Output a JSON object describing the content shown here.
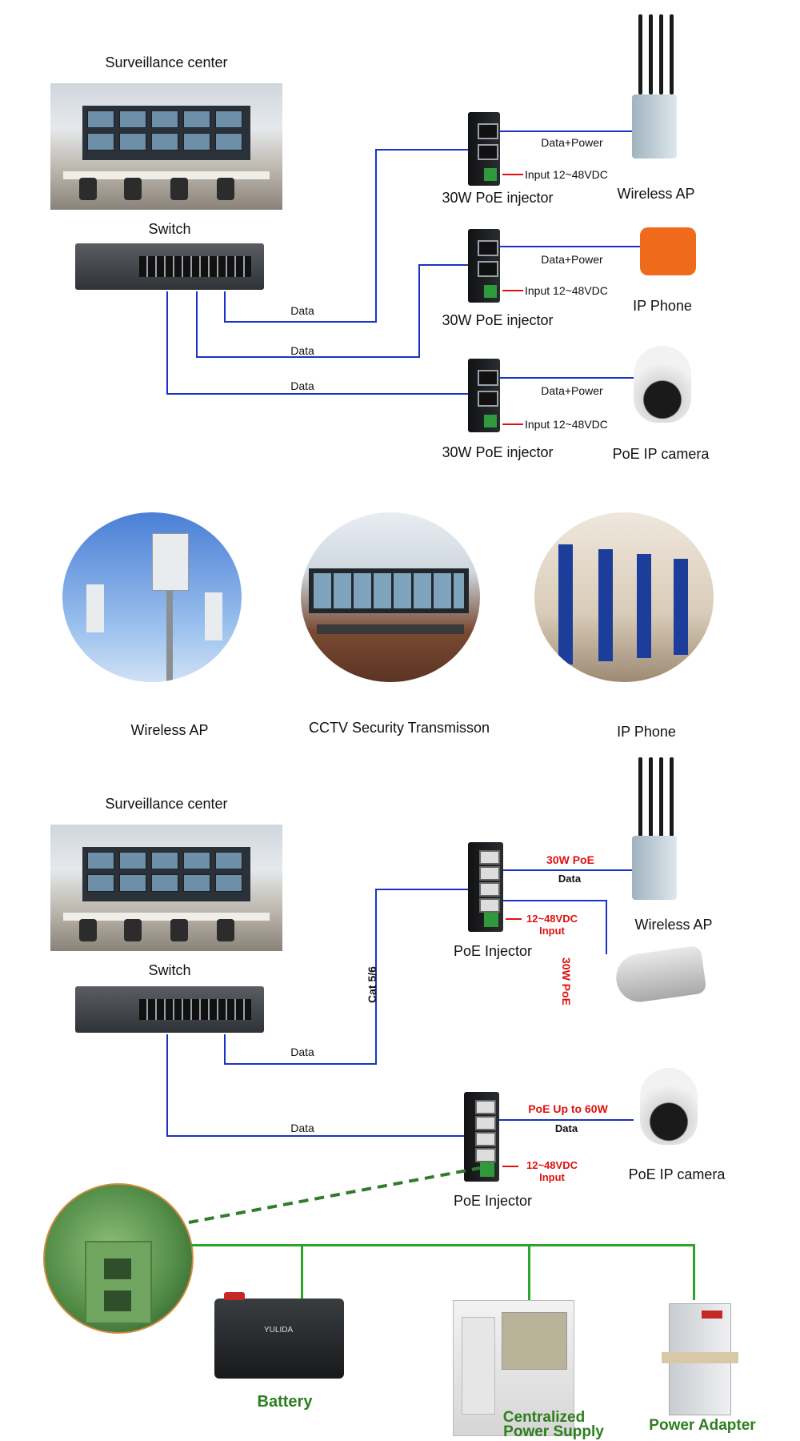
{
  "section1": {
    "surveillance_label": "Surveillance center",
    "switch_label": "Switch",
    "data_labels": [
      "Data",
      "Data",
      "Data"
    ],
    "rows": [
      {
        "injector": "30W PoE injector",
        "link": "Data+Power",
        "input": "Input 12~48VDC",
        "device": "Wireless AP"
      },
      {
        "injector": "30W PoE injector",
        "link": "Data+Power",
        "input": "Input 12~48VDC",
        "device": "IP Phone"
      },
      {
        "injector": "30W PoE injector",
        "link": "Data+Power",
        "input": "Input 12~48VDC",
        "device": "PoE IP camera"
      }
    ]
  },
  "applications": [
    {
      "label": "Wireless AP"
    },
    {
      "label": "CCTV Security Transmisson"
    },
    {
      "label": "IP  Phone"
    }
  ],
  "section2": {
    "surveillance_label": "Surveillance center",
    "switch_label": "Switch",
    "cable_label": "Cat 5/6",
    "data_labels": [
      "Data",
      "Data"
    ],
    "injector_top": {
      "label": "PoE Injector",
      "power_label": "30W PoE",
      "data_label": "Data",
      "input_line1": "12~48VDC",
      "input_line2": "Input",
      "vertical_label": "30W PoE",
      "device": "Wireless AP"
    },
    "injector_bottom": {
      "label": "PoE Injector",
      "power_label": "PoE Up to 60W",
      "data_label": "Data",
      "input_line1": "12~48VDC",
      "input_line2": "Input",
      "device": "PoE IP camera"
    }
  },
  "power_sources": [
    {
      "label": "Battery"
    },
    {
      "label_line1": "Centralized",
      "label_line2": "Power Supply"
    },
    {
      "label": "Power Adapter"
    }
  ],
  "battery_print": "YULIDA",
  "colors": {
    "data_line": "#1a32c8",
    "power_line": "#2aa52a",
    "accent_red": "#e01010",
    "label_green": "#2e7d1e"
  }
}
